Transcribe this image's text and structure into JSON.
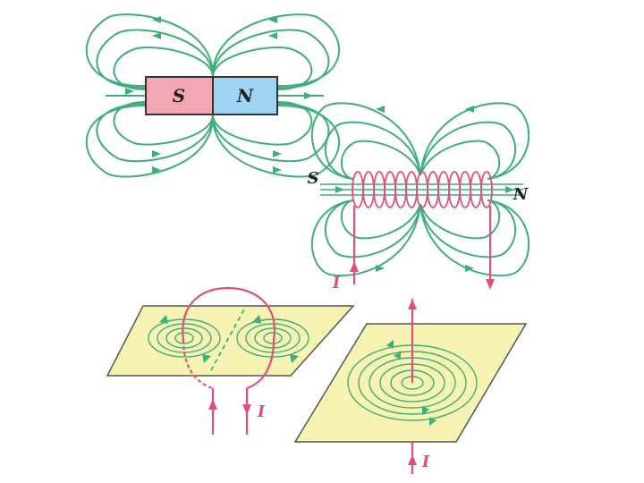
{
  "diagram": {
    "bar_magnet": {
      "south_label": "S",
      "north_label": "N"
    },
    "solenoid": {
      "south_label": "S",
      "north_label": "N",
      "current_label": "I"
    },
    "loop": {
      "current_label": "I"
    },
    "straight_wire": {
      "current_label": "I"
    },
    "colors": {
      "field_line": "#3fae7a",
      "current": "#e0507a",
      "magnet_south": "#f3a7b4",
      "magnet_north": "#9fd4f2",
      "plane": "#f6f3b3"
    }
  }
}
